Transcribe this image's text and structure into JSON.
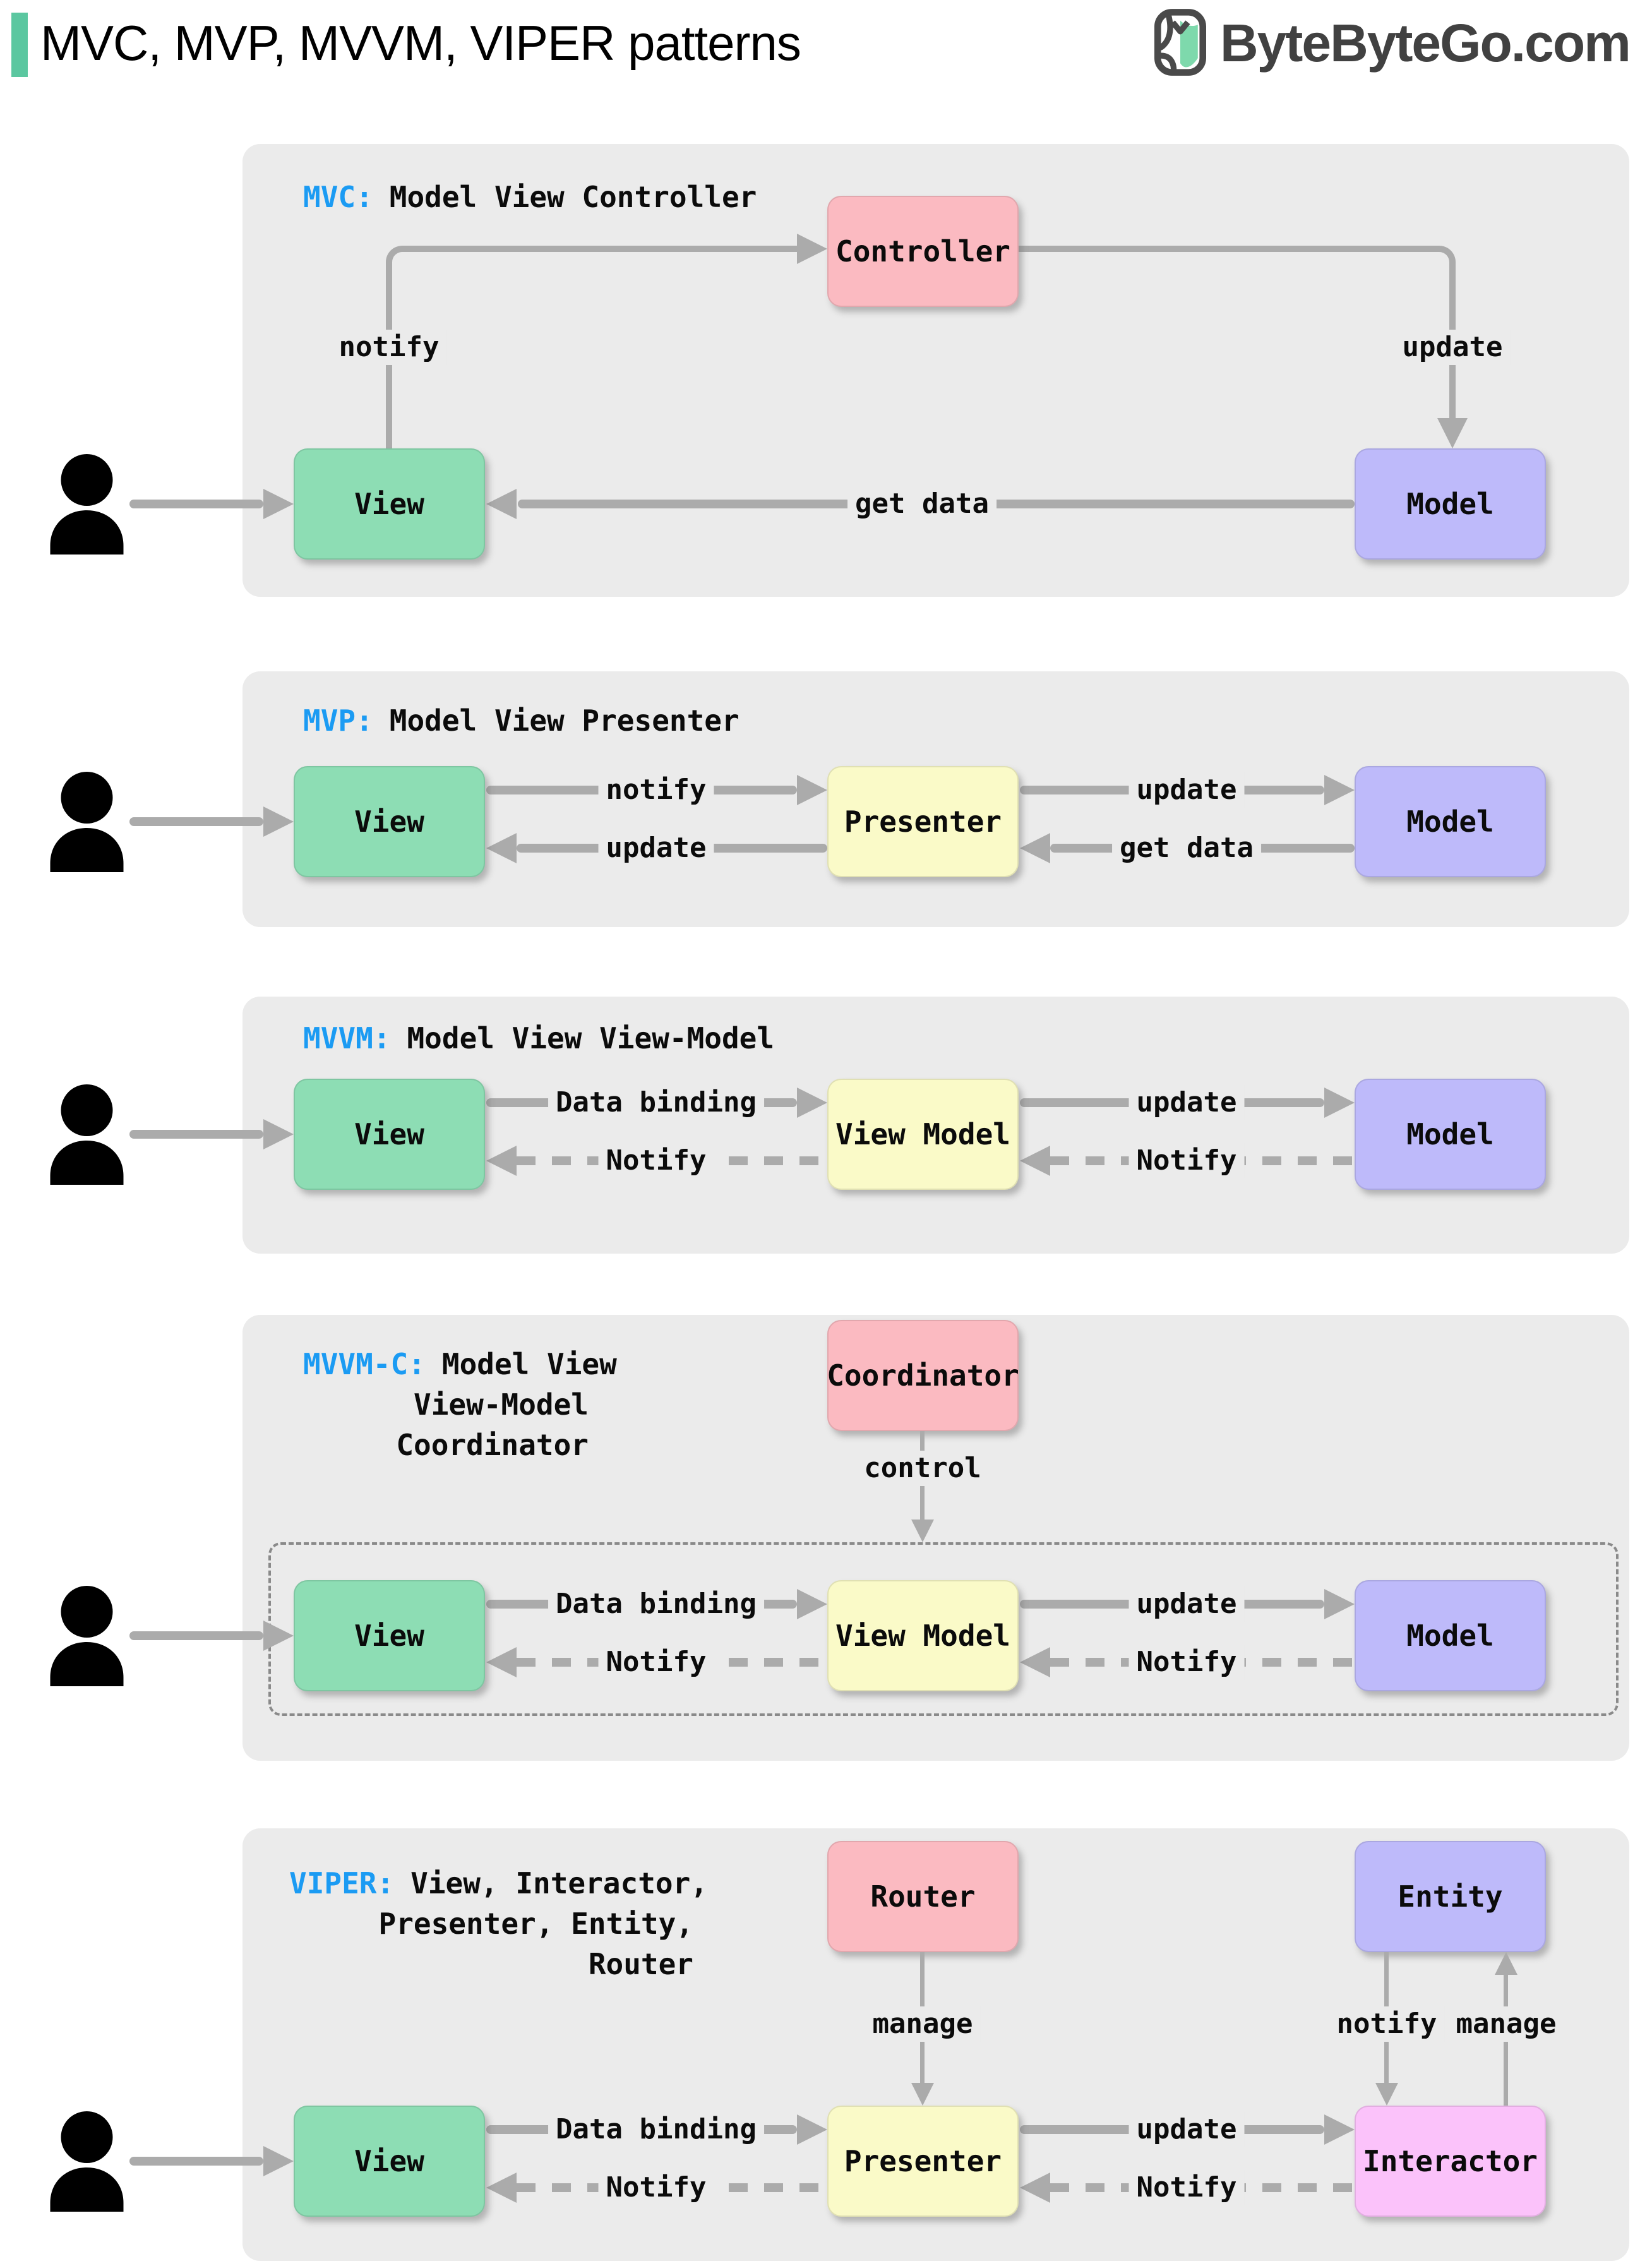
{
  "header": {
    "title": "MVC, MVP, MVVM, VIPER patterns",
    "brand": "ByteByteGo.com"
  },
  "colors": {
    "accent": "#5BC7A0",
    "tag_blue": "#1B9BF3",
    "panel_bg": "#EBEBEB",
    "box_green": "#8DDDB4",
    "box_pink": "#FBBAC1",
    "box_purple": "#BEBAFA",
    "box_yellow": "#FAFAC8",
    "box_magenta": "#FBC2FA",
    "arrow_gray": "#ABABAB",
    "brand_gray": "#414141",
    "text": "#0B0B0B"
  },
  "mvc": {
    "tag": "MVC:",
    "name": "Model View Controller",
    "boxes": {
      "controller": "Controller",
      "view": "View",
      "model": "Model"
    },
    "labels": {
      "notify": "notify",
      "update": "update",
      "get_data": "get data"
    }
  },
  "mvp": {
    "tag": "MVP:",
    "name": "Model View Presenter",
    "boxes": {
      "view": "View",
      "presenter": "Presenter",
      "model": "Model"
    },
    "labels": {
      "notify": "notify",
      "update_left": "update",
      "update_right": "update",
      "get_data": "get data"
    }
  },
  "mvvm": {
    "tag": "MVVM:",
    "name": "Model View View-Model",
    "boxes": {
      "view": "View",
      "view_model": "View Model",
      "model": "Model"
    },
    "labels": {
      "data_binding": "Data binding",
      "notify_left": "Notify",
      "update": "update",
      "notify_right": "Notify"
    }
  },
  "mvvmc": {
    "tag": "MVVM-C:",
    "name_lines": [
      "Model View",
      "View-Model",
      "Coordinator"
    ],
    "boxes": {
      "coordinator": "Coordinator",
      "view": "View",
      "view_model": "View Model",
      "model": "Model"
    },
    "labels": {
      "control": "control",
      "data_binding": "Data binding",
      "notify_left": "Notify",
      "update": "update",
      "notify_right": "Notify"
    }
  },
  "viper": {
    "tag": "VIPER:",
    "name_lines": [
      "View, Interactor,",
      "Presenter, Entity,",
      "Router"
    ],
    "boxes": {
      "router": "Router",
      "entity": "Entity",
      "view": "View",
      "presenter": "Presenter",
      "interactor": "Interactor"
    },
    "labels": {
      "manage_router": "manage",
      "notify_entity": "notify",
      "manage_entity": "manage",
      "data_binding": "Data binding",
      "notify_left": "Notify",
      "update": "update",
      "notify_right": "Notify"
    }
  }
}
